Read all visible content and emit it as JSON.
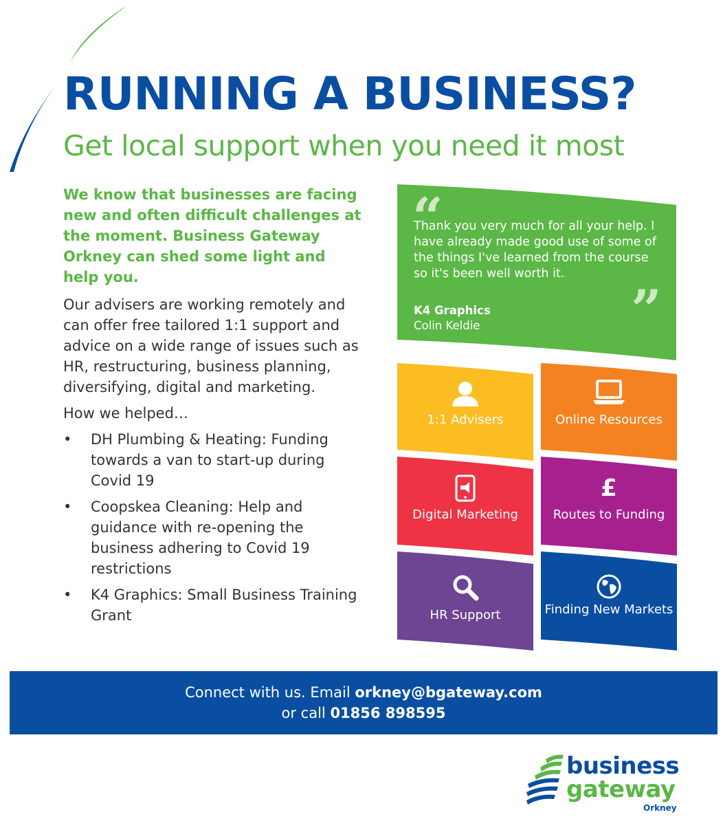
{
  "colors": {
    "blue": "#0a4ea2",
    "green": "#5bb746",
    "yellow": "#fbbd22",
    "orange": "#f58220",
    "red": "#ee3344",
    "magenta": "#a7218e",
    "purple": "#6d4593",
    "navy": "#0a4ea2"
  },
  "header": {
    "title": "RUNNING A BUSINESS?",
    "subtitle": "Get local support when you need it most"
  },
  "body": {
    "intro": "We know that businesses are facing new and often difficult challenges at the moment. Business Gateway Orkney can shed some light and help you.",
    "paragraph": "Our advisers are working remotely and can offer free tailored 1:1 support and advice on a wide range of issues such as HR, restructuring, business planning, diversifying, digital and marketing.",
    "helped_heading": "How we helped…",
    "helped_items": [
      "DH Plumbing & Heating: Funding towards a van to start-up during Covid 19",
      "Coopskea Cleaning: Help and guidance with re-opening the business adhering to Covid 19 restrictions",
      "K4 Graphics: Small Business Training Grant"
    ]
  },
  "testimonial": {
    "open_mark": "“",
    "close_mark": "”",
    "quote": "Thank you very much for all your help. I have already made good use of some of the things I've learned from the course so it's been well worth it.",
    "company": "K4 Graphics",
    "name": "Colin Keldie"
  },
  "services": [
    {
      "label": "1:1 Advisers",
      "icon": "person-icon"
    },
    {
      "label": "Online Resources",
      "icon": "laptop-icon"
    },
    {
      "label": "Digital Marketing",
      "icon": "smartphone-megaphone-icon"
    },
    {
      "label": "Routes to Funding",
      "icon": "pound-sign-icon",
      "glyph": "£"
    },
    {
      "label": "HR Support",
      "icon": "magnifier-icon"
    },
    {
      "label": "Finding New Markets",
      "icon": "globe-icon"
    }
  ],
  "footer": {
    "line1_prefix": "Connect with us. Email ",
    "email": "orkney@bgateway.com",
    "line2_prefix": "or call ",
    "phone": "01856 898595"
  },
  "logo": {
    "word1": "business",
    "word2": "gateway",
    "region": "Orkney"
  }
}
